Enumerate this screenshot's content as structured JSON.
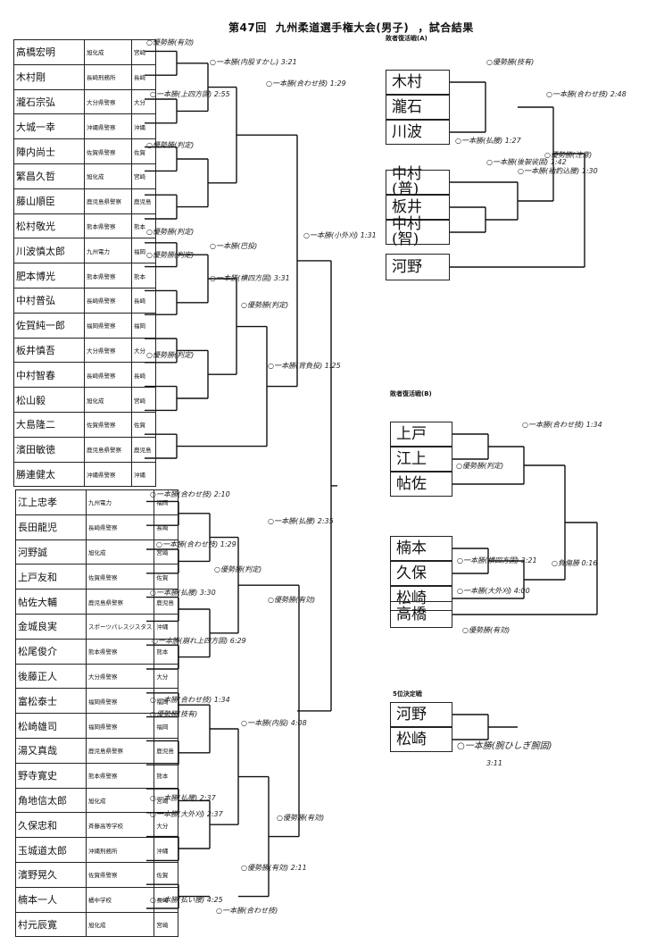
{
  "title": {
    "edition": "第47回",
    "event": "九州柔道選手権大会(男子)",
    "suffix": "，試合結果"
  },
  "bracket_a": [
    {
      "name": "高橋宏明",
      "club": "旭化成",
      "pref": "宮崎"
    },
    {
      "name": "木村剛",
      "club": "長崎刑務所",
      "pref": "長崎"
    },
    {
      "name": "瀧石宗弘",
      "club": "大分県警察",
      "pref": "大分"
    },
    {
      "name": "大城一幸",
      "club": "沖縄県警察",
      "pref": "沖縄"
    },
    {
      "name": "陣内尚士",
      "club": "佐賀県警察",
      "pref": "佐賀"
    },
    {
      "name": "繁昌久哲",
      "club": "旭化成",
      "pref": "宮崎"
    },
    {
      "name": "藤山順臣",
      "club": "鹿児島県警察",
      "pref": "鹿児島"
    },
    {
      "name": "松村敬光",
      "club": "熊本県警察",
      "pref": "熊本"
    },
    {
      "name": "川波慎太郎",
      "club": "九州電力",
      "pref": "福岡"
    },
    {
      "name": "肥本博光",
      "club": "熊本県警察",
      "pref": "熊本"
    },
    {
      "name": "中村普弘",
      "club": "長崎県警察",
      "pref": "長崎"
    },
    {
      "name": "佐賀純一郎",
      "club": "福岡県警察",
      "pref": "福岡"
    },
    {
      "name": "板井慎吾",
      "club": "大分県警察",
      "pref": "大分"
    },
    {
      "name": "中村智春",
      "club": "長崎県警察",
      "pref": "長崎"
    },
    {
      "name": "松山毅",
      "club": "旭化成",
      "pref": "宮崎"
    },
    {
      "name": "大島隆二",
      "club": "佐賀県警察",
      "pref": "佐賀"
    },
    {
      "name": "濱田敏徳",
      "club": "鹿児島県警察",
      "pref": "鹿児島"
    },
    {
      "name": "勝連健太",
      "club": "沖縄県警察",
      "pref": "沖縄"
    }
  ],
  "bracket_b": [
    {
      "name": "江上忠孝",
      "club": "九州電力",
      "pref": "福岡"
    },
    {
      "name": "長田龍児",
      "club": "長崎県警察",
      "pref": "長崎"
    },
    {
      "name": "河野誠",
      "club": "旭化成",
      "pref": "宮崎"
    },
    {
      "name": "上戸友和",
      "club": "佐賀県警察",
      "pref": "佐賀"
    },
    {
      "name": "帖佐大輔",
      "club": "鹿児島県警察",
      "pref": "鹿児島"
    },
    {
      "name": "金城良実",
      "club": "スポーツパレスジスタス",
      "pref": "沖縄"
    },
    {
      "name": "松尾俊介",
      "club": "熊本県警察",
      "pref": "熊本"
    },
    {
      "name": "後藤正人",
      "club": "大分県警察",
      "pref": "大分"
    },
    {
      "name": "富松泰士",
      "club": "福岡県警察",
      "pref": "福岡"
    },
    {
      "name": "松崎雄司",
      "club": "福岡県警察",
      "pref": "福岡"
    },
    {
      "name": "湯又真哉",
      "club": "鹿児島県警察",
      "pref": "鹿児島"
    },
    {
      "name": "野寺寛史",
      "club": "熊本県警察",
      "pref": "熊本"
    },
    {
      "name": "角地信太郎",
      "club": "旭化成",
      "pref": "宮崎"
    },
    {
      "name": "久保忠和",
      "club": "斉藤高等学校",
      "pref": "大分"
    },
    {
      "name": "玉城道太郎",
      "club": "沖縄刑務所",
      "pref": "沖縄"
    },
    {
      "name": "濱野晃久",
      "club": "佐賀県警察",
      "pref": "佐賀"
    },
    {
      "name": "楠本一人",
      "club": "橘中学校",
      "pref": "長崎"
    },
    {
      "name": "村元辰寛",
      "club": "旭化成",
      "pref": "宮崎"
    }
  ],
  "repechage_a": {
    "label": "敗者復活戦(A)",
    "entries": [
      "木村",
      "瀧石",
      "川波",
      "中村(普)",
      "板井",
      "中村(智)",
      "河野"
    ]
  },
  "repechage_b": {
    "label": "敗者復活戦(B)",
    "entries": [
      "上戸",
      "江上",
      "帖佐",
      "楠本",
      "久保",
      "松崎",
      "高橋"
    ]
  },
  "fifth_place": {
    "label": "5位決定戦",
    "entries": [
      "河野",
      "松崎"
    ],
    "result": "○一本勝(腕ひしぎ腕固)",
    "time": "3:11"
  },
  "notes": [
    "○優勢勝(有効)",
    "○一本勝(内股すかし) 3:21",
    "○一本勝(上四方固) 2:55",
    "○一本勝(合わせ技) 1:29",
    "○優勢勝(判定)",
    "○一本勝(小外刈) 1:31",
    "○優勢勝(判定)",
    "○一本勝(巴投)",
    "○優勢勝(判定)",
    "○一本勝(横四方固) 3:31",
    "○優勢勝(判定)",
    "○優勢勝(判定)",
    "○一本勝(背負投) 1:25",
    "○優勢勝(技有)",
    "○一本勝(合わせ技) 2:48",
    "○一本勝(払腰) 1:27",
    "○優勢勝(注意)",
    "○一本勝(後袈裟固) 1:42",
    "○一本勝(袖釣込腰) 1:30",
    "○一本勝(合わせ技) 1:34",
    "○優勢勝(判定)",
    "○一本勝(横四方固) 3:21",
    "○負傷勝 0:16",
    "○一本勝(大外刈) 4:00",
    "○優勢勝(有効)",
    "○一本勝(合わせ技) 2:10",
    "○一本勝(払腰) 2:35",
    "○一本勝(合わせ技) 1:29",
    "○優勢勝(判定)",
    "○一本勝(払腰) 3:30",
    "○優勢勝(有効)",
    "○一本勝(崩れ上四方固) 6:29",
    "○一本勝(合わせ技) 1:34",
    "○優勢勝(技有)",
    "○一本勝(内股) 4:08",
    "○一本勝(払腰) 2:37",
    "○一本勝(大外刈) 2:37",
    "○優勢勝(有効)",
    "○優勢勝(有効) 2:11",
    "○一本勝(払い腰) 4:25",
    "○一本勝(合わせ技)"
  ]
}
